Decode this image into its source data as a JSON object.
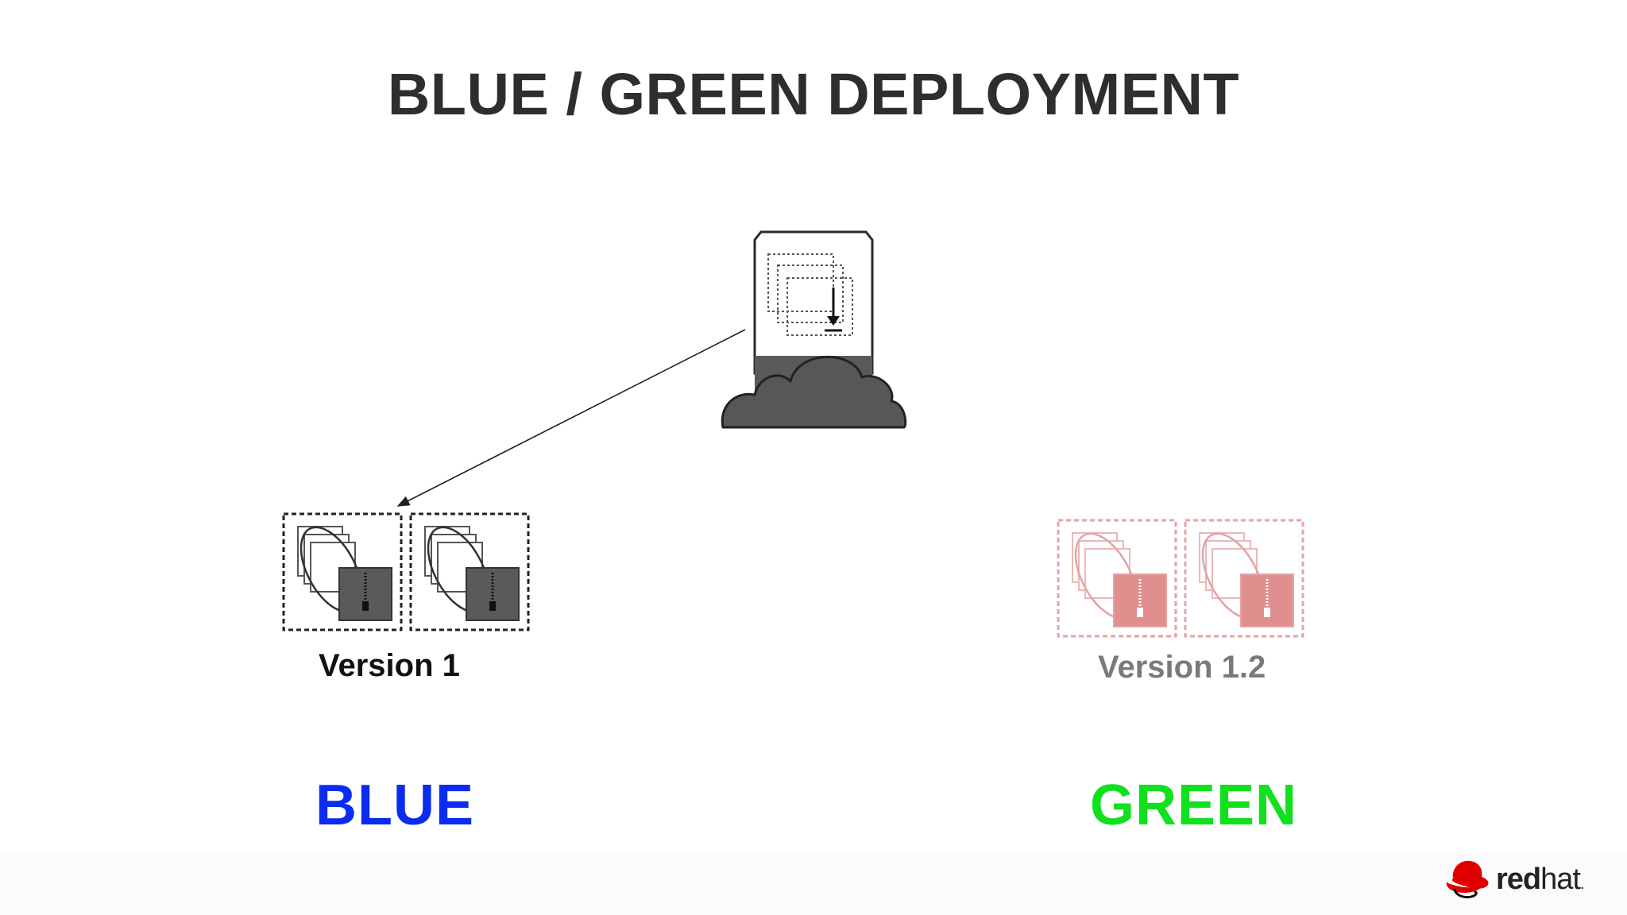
{
  "slide": {
    "title": "BLUE / GREEN DEPLOYMENT"
  },
  "diagram": {
    "router_icon": "cloud-router-icon",
    "app_icon": "application-bundle-icon",
    "blue_group": {
      "version_label": "Version 1",
      "environment_label": "BLUE",
      "instances": 2,
      "state": "active"
    },
    "green_group": {
      "version_label": "Version 1.2",
      "environment_label": "GREEN",
      "instances": 2,
      "state": "inactive"
    }
  },
  "brand": {
    "logo_icon": "redhat-shadowman-icon",
    "name_bold": "red",
    "name_light": "hat",
    "mark": "."
  },
  "colors": {
    "title": "#2e2e2e",
    "blue_env": "#0b2cf0",
    "green_env": "#11e01f",
    "active_box": "#222222",
    "inactive_box": "#e5a3a3",
    "inactive_fill": "#e08e8e",
    "version_active": "#111111",
    "version_inactive": "#7a7a7a",
    "cloud": "#5a5a5a",
    "brand_red": "#e00000"
  }
}
